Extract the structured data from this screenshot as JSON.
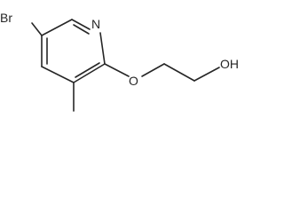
{
  "structure": {
    "atoms": {
      "bromine": "Br",
      "pyridine_nitrogen": "N",
      "ether_oxygen": "O",
      "hydroxyl": "OH"
    }
  }
}
